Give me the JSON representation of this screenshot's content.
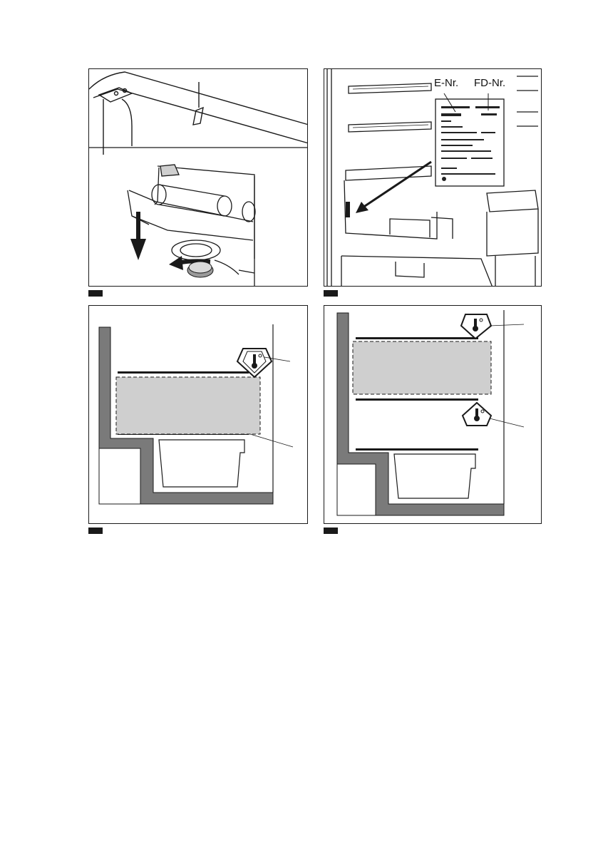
{
  "page": {
    "figures": [
      {
        "id": "fig-1",
        "description_visible": false
      },
      {
        "id": "fig-2",
        "description_visible": false
      },
      {
        "id": "fig-3",
        "description_visible": false
      },
      {
        "id": "fig-4",
        "description_visible": false
      }
    ]
  },
  "rating_plate": {
    "e_nr_label": "E-Nr.",
    "fd_nr_label": "FD-Nr."
  },
  "colors": {
    "line": "#1a1a1a",
    "wall": "#7a7a7a",
    "zone_fill": "#cfcfcf"
  },
  "icons": [
    "thermometer-symbol-icon",
    "arrow-down-icon",
    "curved-arrow-icon"
  ]
}
